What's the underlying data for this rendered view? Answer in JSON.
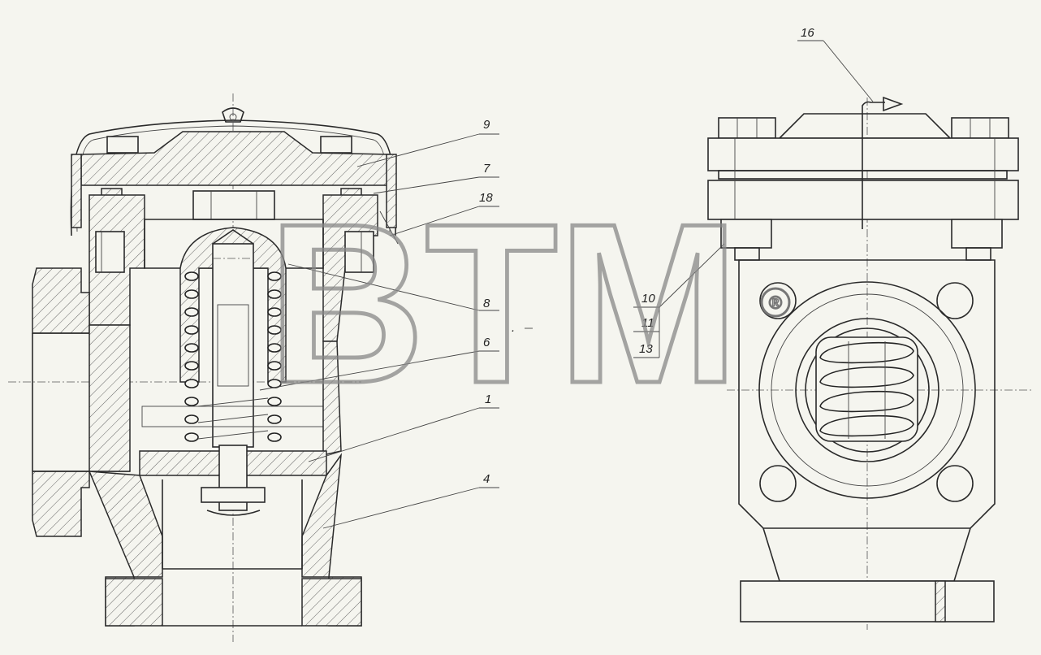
{
  "callouts": [
    {
      "id": "c16",
      "label": "16"
    },
    {
      "id": "c9",
      "label": "9"
    },
    {
      "id": "c7",
      "label": "7"
    },
    {
      "id": "c18",
      "label": "18"
    },
    {
      "id": "c8",
      "label": "8"
    },
    {
      "id": "c6",
      "label": "6"
    },
    {
      "id": "c1",
      "label": "1"
    },
    {
      "id": "c4",
      "label": "4"
    },
    {
      "id": "c10",
      "label": "10"
    },
    {
      "id": "c11",
      "label": "11"
    },
    {
      "id": "c13",
      "label": "13"
    }
  ],
  "watermark": {
    "text": "BTM",
    "registered_mark": "®"
  }
}
